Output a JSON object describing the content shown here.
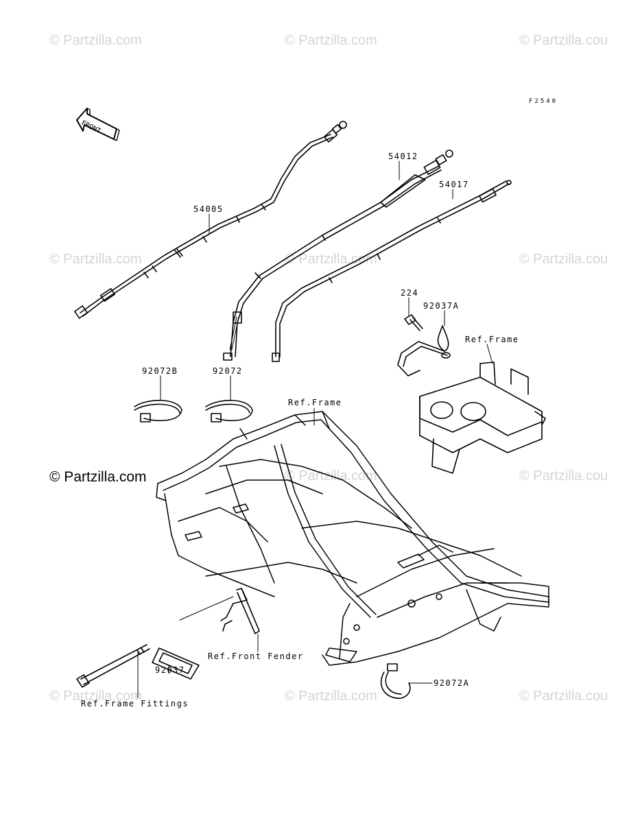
{
  "watermarks": {
    "text": "© Partzilla.com",
    "text_cut": "© Partzilla.cou",
    "main": "© Partzilla.com"
  },
  "diagram_code": "F2540",
  "front_label": "FRONT",
  "labels": {
    "p54005": "54005",
    "p54012": "54012",
    "p54017": "54017",
    "p224": "224",
    "p92037A": "92037A",
    "ref_frame_top": "Ref.Frame",
    "p92072B": "92072B",
    "p92072": "92072",
    "ref_frame_mid": "Ref.Frame",
    "ref_front_fender": "Ref.Front Fender",
    "p92037": "92037",
    "p92072A": "92072A",
    "ref_frame_fittings": "Ref.Frame Fittings"
  }
}
